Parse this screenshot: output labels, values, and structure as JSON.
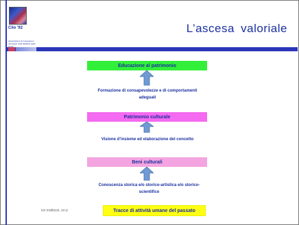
{
  "header": {
    "logo_label": "Clio '92",
    "association_text": "Associazione di insegnanti e ricercatori sulla didattica della storia",
    "title": "L’ascesa valoriale"
  },
  "diagram": {
    "levels": [
      {
        "label": "Educazione al patrimonio",
        "color": "#32ef3a"
      },
      {
        "label": "Patrimonio culturale",
        "color": "#f46af0"
      },
      {
        "label": "Beni culturali",
        "color": "#f4a4e0"
      },
      {
        "label": "Tracce di attività umane del passato",
        "color": "#ffff14"
      }
    ],
    "transitions": [
      {
        "text": "Formazione di consapevolezze e di comportamenti adeguati"
      },
      {
        "text": "Visione d’insieme ed elaborazione del concetto"
      },
      {
        "text": "Conoscenza storica e/o storico-artistica e/o storico-scientifico"
      }
    ]
  },
  "footer": {
    "text": "ivo mattozzi, un p"
  }
}
